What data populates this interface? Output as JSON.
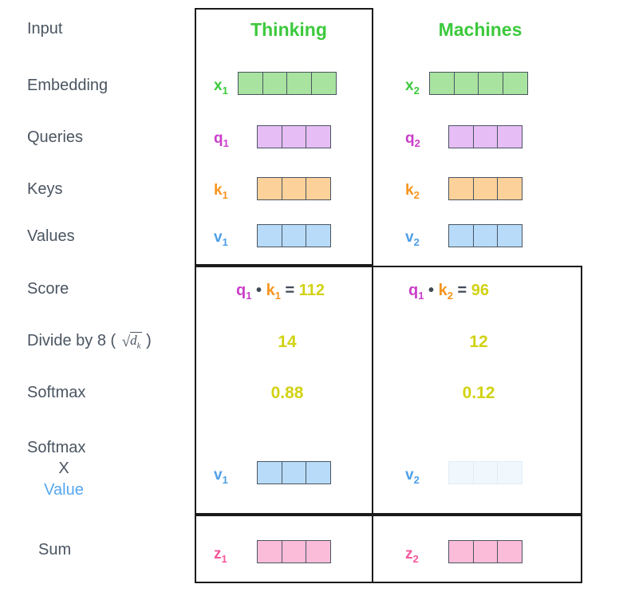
{
  "columns": [
    {
      "title": "Thinking"
    },
    {
      "title": "Machines"
    }
  ],
  "row_labels": {
    "input": "Input",
    "embedding": "Embedding",
    "queries": "Queries",
    "keys": "Keys",
    "values": "Values",
    "score": "Score",
    "divide_prefix": "Divide by 8 (",
    "divide_radical": "√",
    "divide_radicand": "d",
    "divide_radicand_sub": "k",
    "divide_suffix": ")",
    "softmax": "Softmax",
    "softmax_times_value_line1": "Softmax",
    "softmax_times_value_line2": "X",
    "softmax_times_value_line3": "Value",
    "sum": "Sum"
  },
  "vectors": {
    "x1": {
      "label": "x",
      "sub": "1",
      "cells": 4,
      "fill": "green"
    },
    "x2": {
      "label": "x",
      "sub": "2",
      "cells": 4,
      "fill": "green"
    },
    "q1": {
      "label": "q",
      "sub": "1",
      "cells": 3,
      "fill": "purple"
    },
    "q2": {
      "label": "q",
      "sub": "2",
      "cells": 3,
      "fill": "purple"
    },
    "k1": {
      "label": "k",
      "sub": "1",
      "cells": 3,
      "fill": "orange"
    },
    "k2": {
      "label": "k",
      "sub": "2",
      "cells": 3,
      "fill": "orange"
    },
    "v1": {
      "label": "v",
      "sub": "1",
      "cells": 3,
      "fill": "blue"
    },
    "v2": {
      "label": "v",
      "sub": "2",
      "cells": 3,
      "fill": "blue"
    },
    "v1_weighted": {
      "label": "v",
      "sub": "1",
      "cells": 3,
      "fill": "blue"
    },
    "v2_weighted": {
      "label": "v",
      "sub": "2",
      "cells": 3,
      "fill": "faded"
    },
    "z1": {
      "label": "z",
      "sub": "1",
      "cells": 3,
      "fill": "pink"
    },
    "z2": {
      "label": "z",
      "sub": "2",
      "cells": 3,
      "fill": "pink"
    }
  },
  "score_row": {
    "col1": {
      "q": "q",
      "q_sub": "1",
      "dot": "•",
      "k": "k",
      "k_sub": "1",
      "equals": "=",
      "value": "112"
    },
    "col2": {
      "q": "q",
      "q_sub": "1",
      "dot": "•",
      "k": "k",
      "k_sub": "2",
      "equals": "=",
      "value": "96"
    }
  },
  "divide_row": {
    "col1": "14",
    "col2": "12"
  },
  "softmax_row": {
    "col1": "0.88",
    "col2": "0.12"
  },
  "colors": {
    "green": "#3cc93c",
    "purple": "#c93ec9",
    "orange": "#f7941e",
    "blue": "#4d9fe8",
    "pink": "#f7579b",
    "olive": "#d2d214",
    "label_gray": "#4a5561",
    "outline": "#1b1b1b"
  }
}
